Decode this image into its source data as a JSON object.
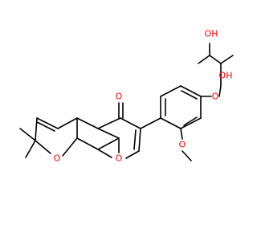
{
  "molecule": {
    "atom_labels": {
      "oh_upper": "OH",
      "oh_lower": "OH",
      "ether_side_chain": "O",
      "methoxy": "O",
      "carbonyl": "O",
      "ring_o_right": "O",
      "ring_o_left": "O"
    },
    "colors": {
      "bond": "#000000",
      "oxygen": "#ff0000"
    }
  }
}
